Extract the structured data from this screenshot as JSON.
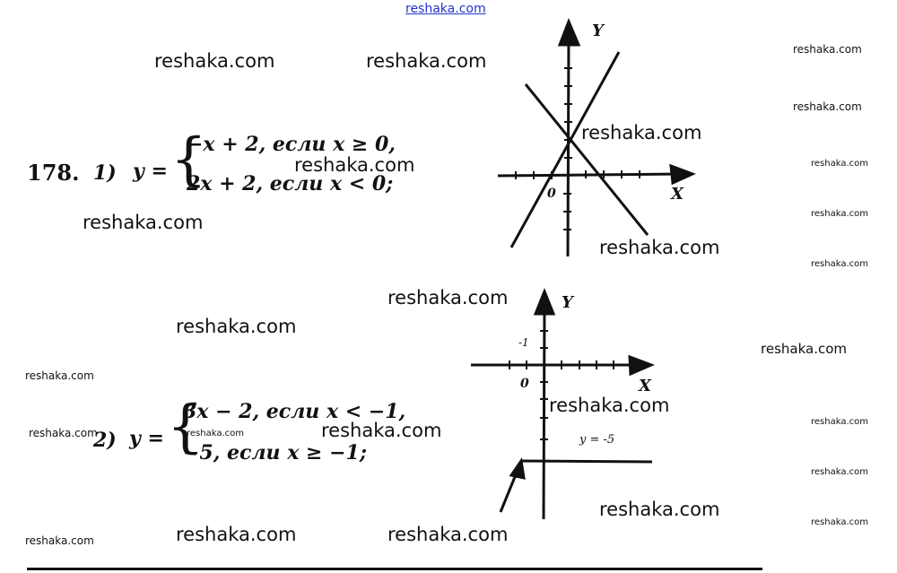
{
  "watermark_top": "reshaka.com",
  "watermarks": [
    "reshaka.com",
    "reshaka.com",
    "reshaka.com",
    "reshaka.com",
    "reshaka.com",
    "reshaka.com",
    "reshaka.com",
    "reshaka.com",
    "reshaka.com",
    "reshaka.com",
    "reshaka.com",
    "reshaka.com",
    "reshaka.com",
    "reshaka.com",
    "reshaka.com",
    "reshaka.com",
    "reshaka.com",
    "reshaka.com",
    "reshaka.com",
    "reshaka.com",
    "reshaka.com",
    "reshaka.com",
    "reshaka.com",
    "reshaka.com",
    "reshaka.com",
    "reshaka.com"
  ],
  "problem1": {
    "number": "178.",
    "part": "1)",
    "lhs": "y =",
    "case1": "−x + 2,  если  x ≥ 0,",
    "case2": "2x + 2,  если  x < 0;"
  },
  "problem2": {
    "part": "2)",
    "lhs": "y =",
    "case1": "3x − 2,  если  x < −1,",
    "case2": "−5,  если  x ≥ −1;"
  },
  "graph1": {
    "y_label": "Y",
    "x_label": "X",
    "origin_label": "0"
  },
  "graph2": {
    "y_label": "Y",
    "x_label": "X",
    "origin_label": "0",
    "tick_label": "-1",
    "line_label": "y = -5"
  }
}
